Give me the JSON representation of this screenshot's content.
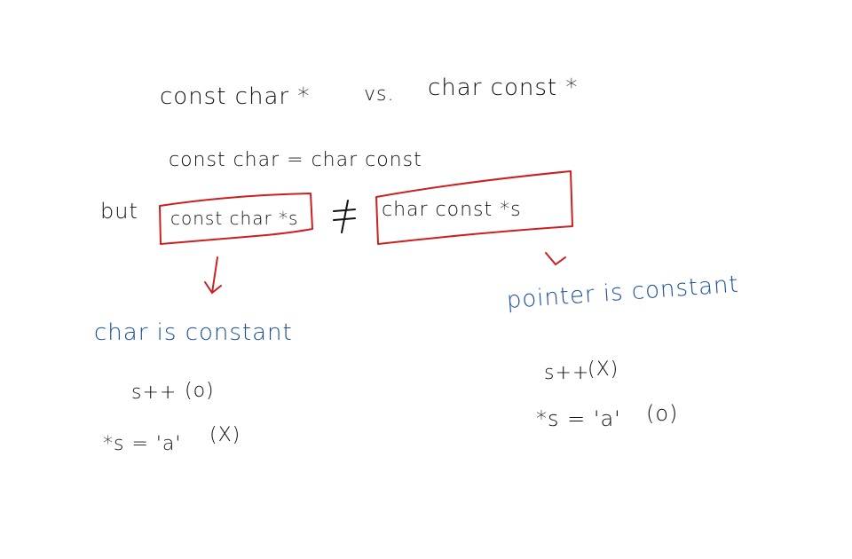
{
  "colors": {
    "ink": "#111111",
    "highlight": "#cc1f1f",
    "note": "#1b4f96",
    "background": "#ffffff"
  },
  "title": {
    "left": "const char *",
    "vs": "vs.",
    "right": "char const *"
  },
  "equality_line": "const char = char const",
  "comparison": {
    "prefix": "but",
    "left_box": "const char *s",
    "operator": "≠",
    "right_box": "char const *s"
  },
  "left_explanation": {
    "label": "char is constant",
    "lines": [
      {
        "expr": "s++",
        "result": "(o)"
      },
      {
        "expr": "*s = 'a'",
        "result": "(X)"
      }
    ]
  },
  "right_explanation": {
    "label": "pointer is constant",
    "lines": [
      {
        "expr": "s++",
        "result": "(X)"
      },
      {
        "expr": "*s = 'a'",
        "result": "(o)"
      }
    ]
  }
}
